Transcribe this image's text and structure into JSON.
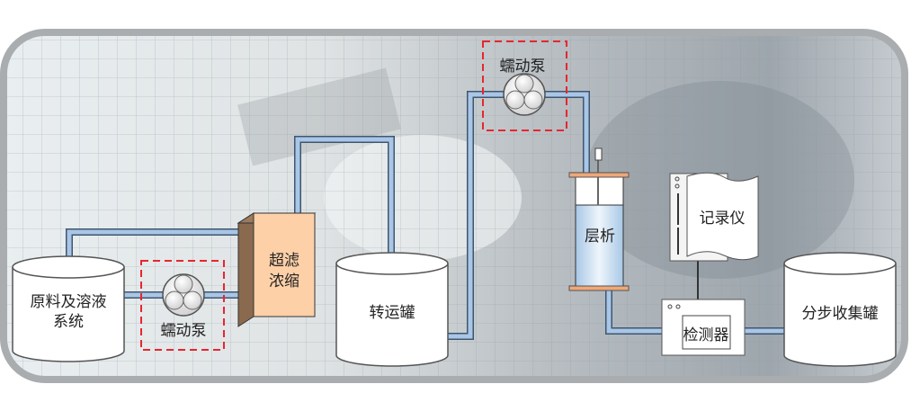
{
  "diagram": {
    "tank_raw": {
      "line1": "原料及溶液",
      "line2": "系统"
    },
    "pump1": {
      "label": "蠕动泵"
    },
    "ultrafilter": {
      "line1": "超滤",
      "line2": "浓缩"
    },
    "transfer_tank": {
      "label": "转运罐"
    },
    "pump2": {
      "label": "蠕动泵"
    },
    "column": {
      "label": "层析"
    },
    "recorder": {
      "label": "记录仪"
    },
    "detector": {
      "label": "检测器"
    },
    "fraction_tank": {
      "label": "分步收集罐"
    }
  },
  "colors": {
    "pipe": "#a9c6e6",
    "pump_box": "#e8262e",
    "filter": "#fdd0a8",
    "column_liquid": "#c4dcf0",
    "column_cap": "#f0a878"
  }
}
